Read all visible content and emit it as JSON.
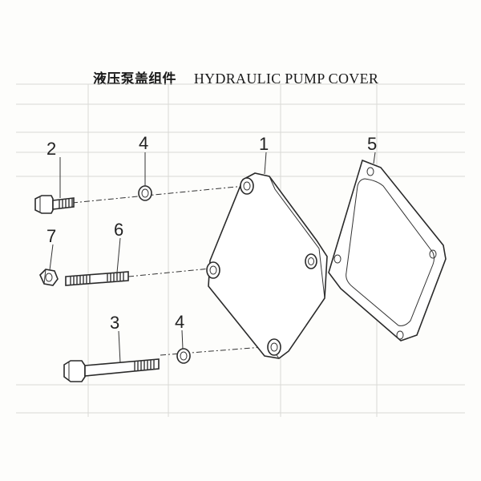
{
  "title": {
    "cn": "液压泵盖组件",
    "en": "HYDRAULIC PUMP COVER"
  },
  "callouts": [
    "2",
    "4",
    "1",
    "5",
    "7",
    "6",
    "3",
    "4"
  ]
}
